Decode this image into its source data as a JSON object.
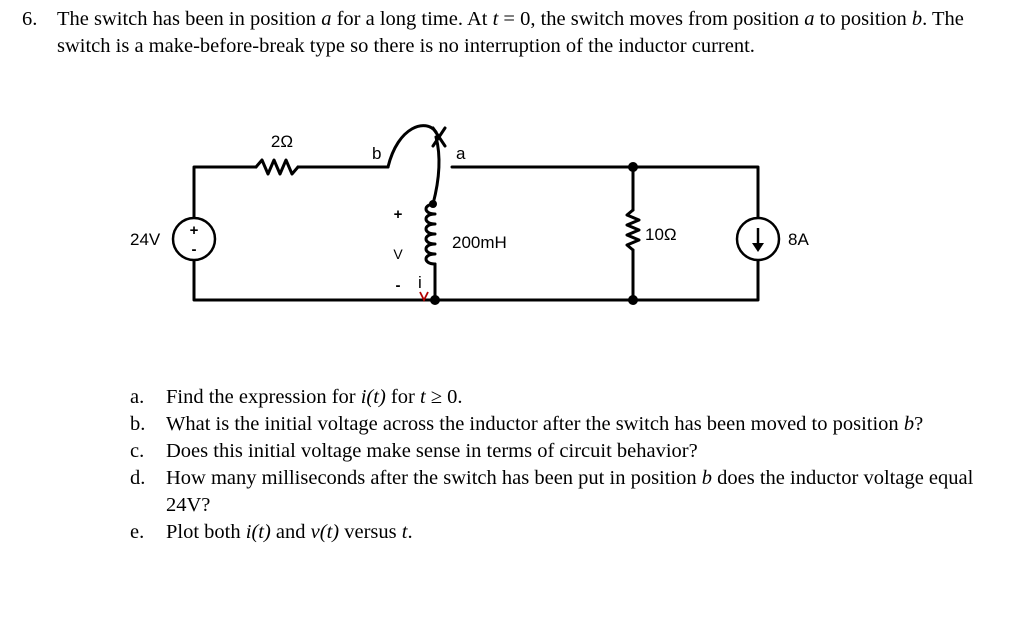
{
  "problem": {
    "number": "6.",
    "statement_html": "The switch has been in position <i>a</i> for a long time. At <i>t</i> = 0, the switch moves from position <i>a</i> to position <i>b</i>. The switch is a make-before-break type so there is no interruption of the inductor current."
  },
  "circuit": {
    "source_voltage": "24V",
    "source_plus": "+",
    "source_minus": "-",
    "series_resistor": "2Ω",
    "switch_b": "b",
    "switch_a": "a",
    "inductor_plus": "+",
    "inductor_v": "V",
    "inductor_minus": "-",
    "inductor_i": "i",
    "inductance": "200mH",
    "shunt_resistor": "10Ω",
    "current_source": "8A"
  },
  "questions": [
    {
      "label": "a.",
      "html": "Find the expression for <i>i(t)</i> for <i>t</i> ≥ 0."
    },
    {
      "label": "b.",
      "html": "What is the initial voltage across the inductor after the switch has been moved to position <i>b</i>?"
    },
    {
      "label": "c.",
      "html": "Does this initial voltage make sense in terms of circuit behavior?"
    },
    {
      "label": "d.",
      "html": "How many milliseconds after the switch has been put in position <i>b</i> does the inductor voltage equal 24V?"
    },
    {
      "label": "e.",
      "html": "Plot both <i>i(t)</i> and <i>v(t)</i> versus <i>t</i>."
    }
  ],
  "colors": {
    "wire": "#000000",
    "current_arrow": "#b30000"
  }
}
